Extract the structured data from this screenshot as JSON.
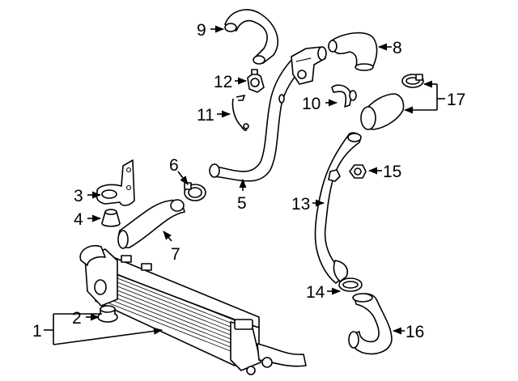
{
  "callouts": [
    {
      "id": "1",
      "label": "1"
    },
    {
      "id": "2",
      "label": "2"
    },
    {
      "id": "3",
      "label": "3"
    },
    {
      "id": "4",
      "label": "4"
    },
    {
      "id": "5",
      "label": "5"
    },
    {
      "id": "6",
      "label": "6"
    },
    {
      "id": "7",
      "label": "7"
    },
    {
      "id": "8",
      "label": "8"
    },
    {
      "id": "9",
      "label": "9"
    },
    {
      "id": "10",
      "label": "10"
    },
    {
      "id": "11",
      "label": "11"
    },
    {
      "id": "12",
      "label": "12"
    },
    {
      "id": "13",
      "label": "13"
    },
    {
      "id": "14",
      "label": "14"
    },
    {
      "id": "15",
      "label": "15"
    },
    {
      "id": "16",
      "label": "16"
    },
    {
      "id": "17",
      "label": "17"
    }
  ],
  "colors": {
    "line": "#000000",
    "background": "#ffffff"
  }
}
